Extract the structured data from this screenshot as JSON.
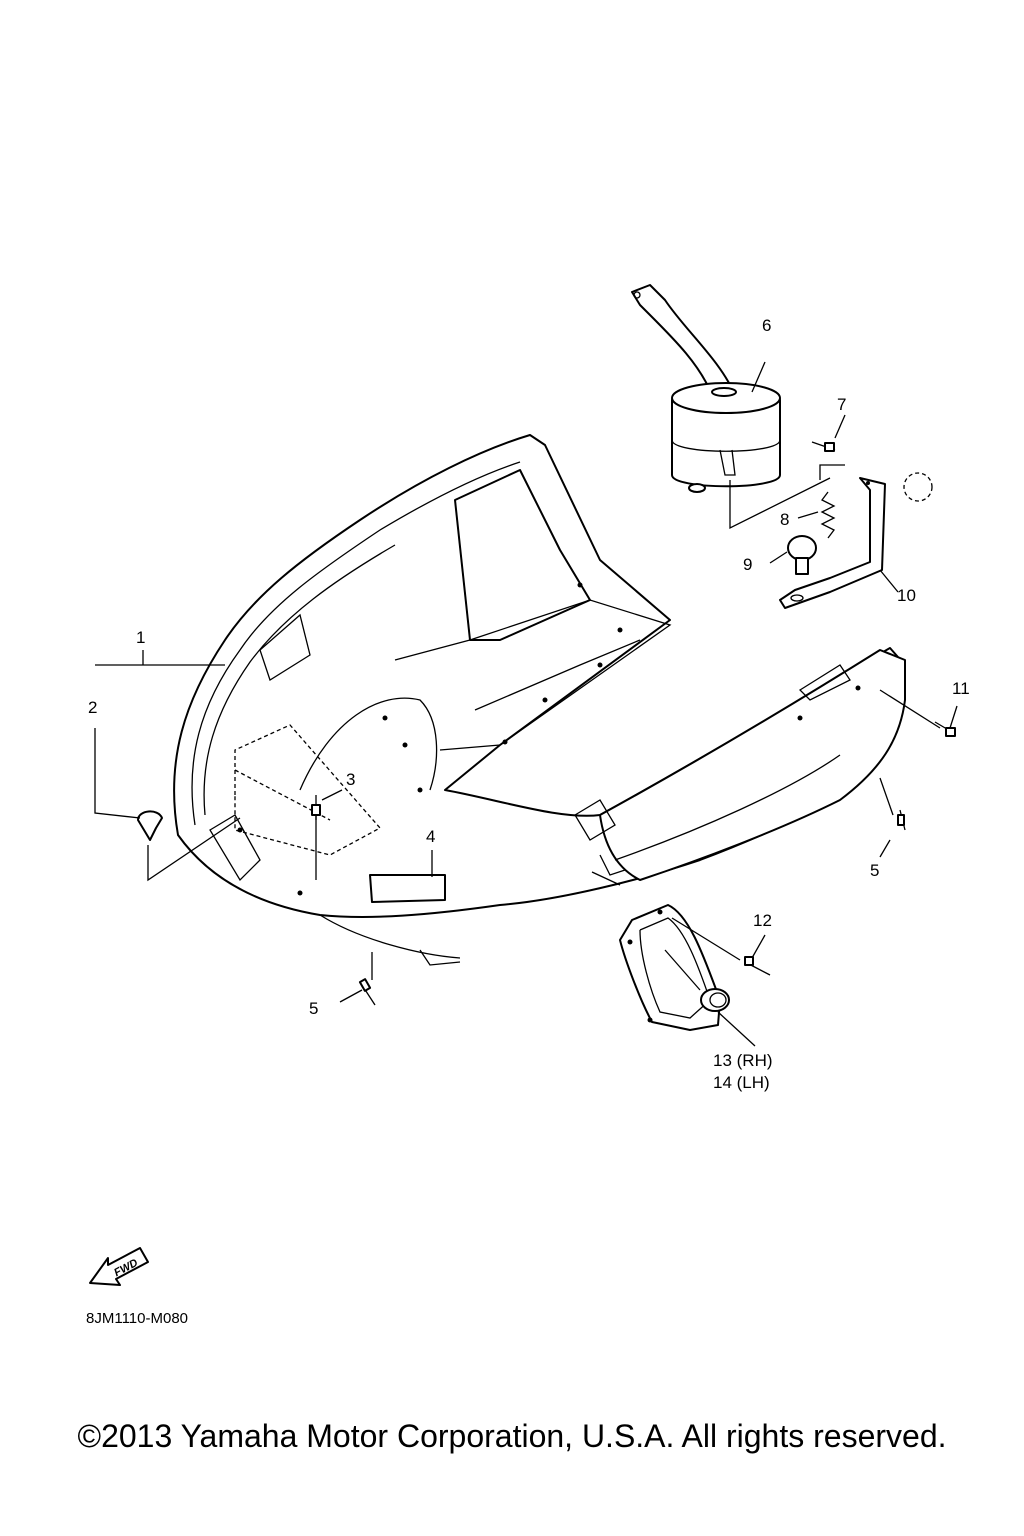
{
  "callouts": {
    "c1": "1",
    "c2": "2",
    "c3": "3",
    "c4": "4",
    "c5a": "5",
    "c5b": "5",
    "c6": "6",
    "c7": "7",
    "c8": "8",
    "c9": "9",
    "c10": "10",
    "c11": "11",
    "c12": "12",
    "c13": "13 (RH)",
    "c14": "14 (LH)"
  },
  "fwd_label": "FWD",
  "diagram_code": "8JM1110-M080",
  "copyright": "©2013 Yamaha Motor Corporation, U.S.A. All rights reserved."
}
